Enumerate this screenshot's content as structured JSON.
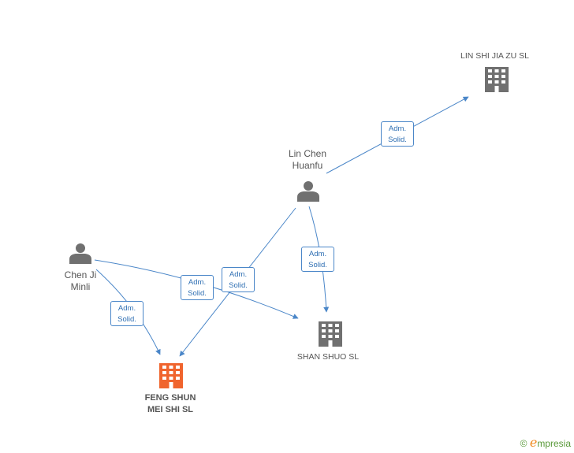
{
  "colors": {
    "edge": "#4a86c8",
    "person": "#707070",
    "company": "#707070",
    "focus_company": "#f0642d"
  },
  "nodes": {
    "lin_chen": {
      "label": "Lin Chen\nHuanfu",
      "kind": "person"
    },
    "chen_ji": {
      "label": "Chen Ji\nMinli",
      "kind": "person"
    },
    "lin_shi": {
      "label": "LIN SHI JIA ZU SL",
      "kind": "company"
    },
    "shan_shuo": {
      "label": "SHAN SHUO  SL",
      "kind": "company"
    },
    "feng_shun": {
      "label": "FENG SHUN\nMEI SHI SL",
      "kind": "company",
      "focus": true
    }
  },
  "edges": [
    {
      "from": "lin_chen",
      "to": "lin_shi",
      "line1": "Adm.",
      "line2": "Solid."
    },
    {
      "from": "lin_chen",
      "to": "shan_shuo",
      "line1": "Adm.",
      "line2": "Solid."
    },
    {
      "from": "lin_chen",
      "to": "feng_shun",
      "line1": "Adm.",
      "line2": "Solid."
    },
    {
      "from": "chen_ji",
      "to": "shan_shuo",
      "line1": "Adm.",
      "line2": "Solid."
    },
    {
      "from": "chen_ji",
      "to": "feng_shun",
      "line1": "Adm.",
      "line2": "Solid."
    }
  ],
  "brand": {
    "copyright": "©",
    "e": "e",
    "name": "mpresia"
  }
}
